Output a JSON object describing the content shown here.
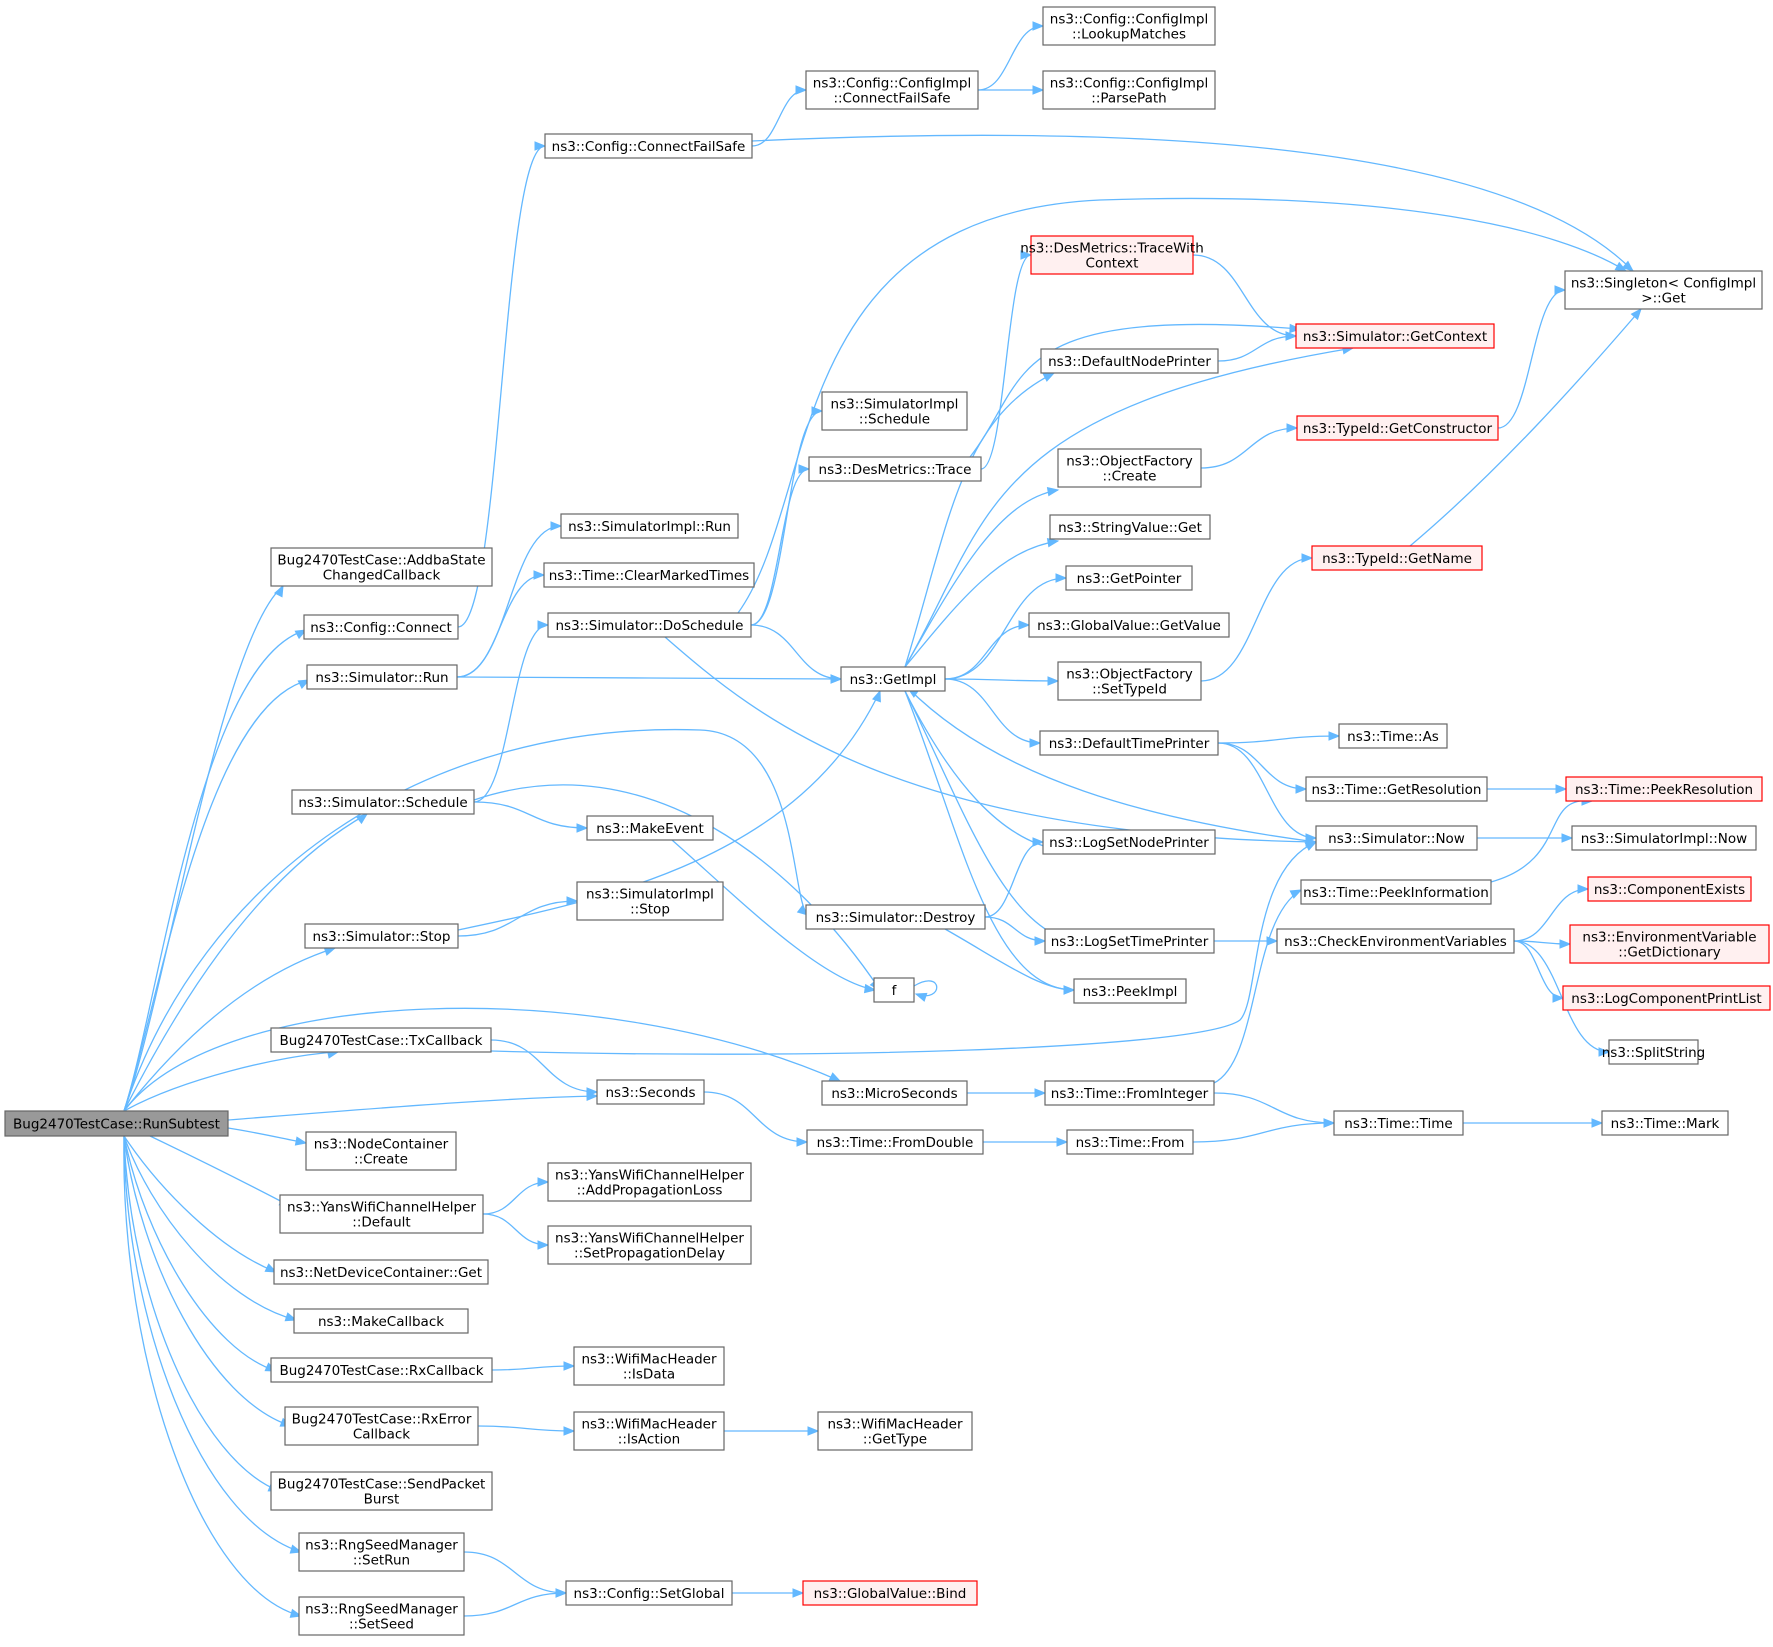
{
  "colors": {
    "root_fill": "#999999",
    "root_stroke": "#666666",
    "normal_fill": "#ffffff",
    "normal_stroke": "#666666",
    "truncated_fill": "#fff0f0",
    "truncated_stroke": "#ff0000",
    "edge": "#63b8ff"
  },
  "nodes": [
    {
      "id": "n0",
      "kind": "root",
      "lines": [
        "Bug2470TestCase::RunSubtest"
      ]
    },
    {
      "id": "n1",
      "kind": "normal",
      "lines": [
        "Bug2470TestCase::AddbaState",
        "ChangedCallback"
      ]
    },
    {
      "id": "n2",
      "kind": "normal",
      "lines": [
        "ns3::Config::Connect"
      ]
    },
    {
      "id": "n3",
      "kind": "normal",
      "lines": [
        "ns3::Config::ConnectFailSafe"
      ]
    },
    {
      "id": "n4",
      "kind": "normal",
      "lines": [
        "ns3::Config::ConfigImpl",
        "::ConnectFailSafe"
      ]
    },
    {
      "id": "n5",
      "kind": "normal",
      "lines": [
        "ns3::Config::ConfigImpl",
        "::LookupMatches"
      ]
    },
    {
      "id": "n6",
      "kind": "normal",
      "lines": [
        "ns3::Config::ConfigImpl",
        "::ParsePath"
      ]
    },
    {
      "id": "n7",
      "kind": "normal",
      "lines": [
        "ns3::Singleton< ConfigImpl",
        " >::Get"
      ]
    },
    {
      "id": "n8",
      "kind": "normal",
      "lines": [
        "ns3::Simulator::Run"
      ]
    },
    {
      "id": "n9",
      "kind": "normal",
      "lines": [
        "ns3::SimulatorImpl::Run"
      ]
    },
    {
      "id": "n10",
      "kind": "normal",
      "lines": [
        "ns3::Time::ClearMarkedTimes"
      ]
    },
    {
      "id": "n11",
      "kind": "normal",
      "lines": [
        "ns3::Simulator::DoSchedule"
      ]
    },
    {
      "id": "n12",
      "kind": "normal",
      "lines": [
        "ns3::SimulatorImpl",
        "::Schedule"
      ]
    },
    {
      "id": "n13",
      "kind": "normal",
      "lines": [
        "ns3::DesMetrics::Trace"
      ]
    },
    {
      "id": "n14",
      "kind": "truncated",
      "lines": [
        "ns3::DesMetrics::TraceWith",
        "Context"
      ]
    },
    {
      "id": "n15",
      "kind": "truncated",
      "lines": [
        "ns3::Simulator::GetContext"
      ]
    },
    {
      "id": "n16",
      "kind": "normal",
      "lines": [
        "ns3::GetImpl"
      ]
    },
    {
      "id": "n17",
      "kind": "normal",
      "lines": [
        "ns3::DefaultNodePrinter"
      ]
    },
    {
      "id": "n18",
      "kind": "normal",
      "lines": [
        "ns3::ObjectFactory",
        "::Create"
      ]
    },
    {
      "id": "n19",
      "kind": "truncated",
      "lines": [
        "ns3::TypeId::GetConstructor"
      ]
    },
    {
      "id": "n20",
      "kind": "normal",
      "lines": [
        "ns3::StringValue::Get"
      ]
    },
    {
      "id": "n21",
      "kind": "normal",
      "lines": [
        "ns3::GetPointer"
      ]
    },
    {
      "id": "n22",
      "kind": "normal",
      "lines": [
        "ns3::GlobalValue::GetValue"
      ]
    },
    {
      "id": "n23",
      "kind": "normal",
      "lines": [
        "ns3::ObjectFactory",
        "::SetTypeId"
      ]
    },
    {
      "id": "n24",
      "kind": "truncated",
      "lines": [
        "ns3::TypeId::GetName"
      ]
    },
    {
      "id": "n25",
      "kind": "normal",
      "lines": [
        "ns3::DefaultTimePrinter"
      ]
    },
    {
      "id": "n26",
      "kind": "normal",
      "lines": [
        "ns3::Time::As"
      ]
    },
    {
      "id": "n27",
      "kind": "normal",
      "lines": [
        "ns3::Time::GetResolution"
      ]
    },
    {
      "id": "n28",
      "kind": "truncated",
      "lines": [
        "ns3::Time::PeekResolution"
      ]
    },
    {
      "id": "n29",
      "kind": "normal",
      "lines": [
        "ns3::Simulator::Now"
      ]
    },
    {
      "id": "n30",
      "kind": "normal",
      "lines": [
        "ns3::SimulatorImpl::Now"
      ]
    },
    {
      "id": "n31",
      "kind": "normal",
      "lines": [
        "ns3::LogSetNodePrinter"
      ]
    },
    {
      "id": "n32",
      "kind": "normal",
      "lines": [
        "ns3::Time::PeekInformation"
      ]
    },
    {
      "id": "n33",
      "kind": "normal",
      "lines": [
        "ns3::LogSetTimePrinter"
      ]
    },
    {
      "id": "n34",
      "kind": "normal",
      "lines": [
        "ns3::CheckEnvironmentVariables"
      ]
    },
    {
      "id": "n35",
      "kind": "truncated",
      "lines": [
        "ns3::ComponentExists"
      ]
    },
    {
      "id": "n36",
      "kind": "truncated",
      "lines": [
        "ns3::EnvironmentVariable",
        "::GetDictionary"
      ]
    },
    {
      "id": "n37",
      "kind": "truncated",
      "lines": [
        "ns3::LogComponentPrintList"
      ]
    },
    {
      "id": "n38",
      "kind": "normal",
      "lines": [
        "ns3::SplitString"
      ]
    },
    {
      "id": "n39",
      "kind": "normal",
      "lines": [
        "ns3::PeekImpl"
      ]
    },
    {
      "id": "n40",
      "kind": "normal",
      "lines": [
        "ns3::Simulator::Schedule"
      ]
    },
    {
      "id": "n41",
      "kind": "normal",
      "lines": [
        "ns3::MakeEvent"
      ]
    },
    {
      "id": "n42",
      "kind": "normal",
      "lines": [
        "ns3::Simulator::Destroy"
      ]
    },
    {
      "id": "n43",
      "kind": "normal",
      "lines": [
        "f"
      ]
    },
    {
      "id": "n44",
      "kind": "normal",
      "lines": [
        "ns3::Simulator::Stop"
      ]
    },
    {
      "id": "n45",
      "kind": "normal",
      "lines": [
        "ns3::SimulatorImpl",
        "::Stop"
      ]
    },
    {
      "id": "n46",
      "kind": "normal",
      "lines": [
        "Bug2470TestCase::TxCallback"
      ]
    },
    {
      "id": "n47",
      "kind": "normal",
      "lines": [
        "ns3::Seconds"
      ]
    },
    {
      "id": "n48",
      "kind": "normal",
      "lines": [
        "ns3::MicroSeconds"
      ]
    },
    {
      "id": "n49",
      "kind": "normal",
      "lines": [
        "ns3::Time::FromInteger"
      ]
    },
    {
      "id": "n50",
      "kind": "normal",
      "lines": [
        "ns3::Time::Time"
      ]
    },
    {
      "id": "n51",
      "kind": "normal",
      "lines": [
        "ns3::Time::Mark"
      ]
    },
    {
      "id": "n52",
      "kind": "normal",
      "lines": [
        "ns3::Time::FromDouble"
      ]
    },
    {
      "id": "n53",
      "kind": "normal",
      "lines": [
        "ns3::Time::From"
      ]
    },
    {
      "id": "n54",
      "kind": "normal",
      "lines": [
        "ns3::NodeContainer",
        "::Create"
      ]
    },
    {
      "id": "n55",
      "kind": "normal",
      "lines": [
        "ns3::YansWifiChannelHelper",
        "::Default"
      ]
    },
    {
      "id": "n56",
      "kind": "normal",
      "lines": [
        "ns3::YansWifiChannelHelper",
        "::AddPropagationLoss"
      ]
    },
    {
      "id": "n57",
      "kind": "normal",
      "lines": [
        "ns3::YansWifiChannelHelper",
        "::SetPropagationDelay"
      ]
    },
    {
      "id": "n58",
      "kind": "normal",
      "lines": [
        "ns3::NetDeviceContainer::Get"
      ]
    },
    {
      "id": "n59",
      "kind": "normal",
      "lines": [
        "ns3::MakeCallback"
      ]
    },
    {
      "id": "n60",
      "kind": "normal",
      "lines": [
        "Bug2470TestCase::RxCallback"
      ]
    },
    {
      "id": "n61",
      "kind": "normal",
      "lines": [
        "ns3::WifiMacHeader",
        "::IsData"
      ]
    },
    {
      "id": "n62",
      "kind": "normal",
      "lines": [
        "Bug2470TestCase::RxError",
        "Callback"
      ]
    },
    {
      "id": "n63",
      "kind": "normal",
      "lines": [
        "ns3::WifiMacHeader",
        "::IsAction"
      ]
    },
    {
      "id": "n64",
      "kind": "normal",
      "lines": [
        "ns3::WifiMacHeader",
        "::GetType"
      ]
    },
    {
      "id": "n65",
      "kind": "normal",
      "lines": [
        "Bug2470TestCase::SendPacket",
        "Burst"
      ]
    },
    {
      "id": "n66",
      "kind": "normal",
      "lines": [
        "ns3::RngSeedManager",
        "::SetRun"
      ]
    },
    {
      "id": "n67",
      "kind": "normal",
      "lines": [
        "ns3::Config::SetGlobal"
      ]
    },
    {
      "id": "n68",
      "kind": "truncated",
      "lines": [
        "ns3::GlobalValue::Bind"
      ]
    },
    {
      "id": "n69",
      "kind": "normal",
      "lines": [
        "ns3::RngSeedManager",
        "::SetSeed"
      ]
    }
  ],
  "edges": [
    [
      "n0",
      "n1"
    ],
    [
      "n0",
      "n2"
    ],
    [
      "n0",
      "n8"
    ],
    [
      "n0",
      "n40"
    ],
    [
      "n0",
      "n42"
    ],
    [
      "n0",
      "n44"
    ],
    [
      "n0",
      "n46"
    ],
    [
      "n0",
      "n47"
    ],
    [
      "n0",
      "n48"
    ],
    [
      "n0",
      "n54"
    ],
    [
      "n0",
      "n55"
    ],
    [
      "n0",
      "n58"
    ],
    [
      "n0",
      "n59"
    ],
    [
      "n0",
      "n60"
    ],
    [
      "n0",
      "n62"
    ],
    [
      "n0",
      "n65"
    ],
    [
      "n0",
      "n66"
    ],
    [
      "n0",
      "n69"
    ],
    [
      "n2",
      "n3"
    ],
    [
      "n3",
      "n4"
    ],
    [
      "n3",
      "n7"
    ],
    [
      "n4",
      "n5"
    ],
    [
      "n4",
      "n6"
    ],
    [
      "n8",
      "n9"
    ],
    [
      "n8",
      "n10"
    ],
    [
      "n8",
      "n16"
    ],
    [
      "n11",
      "n12"
    ],
    [
      "n11",
      "n13"
    ],
    [
      "n11",
      "n16"
    ],
    [
      "n11",
      "n29"
    ],
    [
      "n11",
      "n7"
    ],
    [
      "n13",
      "n14"
    ],
    [
      "n13",
      "n15"
    ],
    [
      "n14",
      "n15"
    ],
    [
      "n17",
      "n15"
    ],
    [
      "n16",
      "n15"
    ],
    [
      "n16",
      "n17"
    ],
    [
      "n16",
      "n18"
    ],
    [
      "n16",
      "n20"
    ],
    [
      "n16",
      "n21"
    ],
    [
      "n16",
      "n22"
    ],
    [
      "n16",
      "n23"
    ],
    [
      "n16",
      "n25"
    ],
    [
      "n16",
      "n31"
    ],
    [
      "n16",
      "n33"
    ],
    [
      "n16",
      "n39"
    ],
    [
      "n18",
      "n19"
    ],
    [
      "n19",
      "n7"
    ],
    [
      "n23",
      "n24"
    ],
    [
      "n24",
      "n7"
    ],
    [
      "n25",
      "n26"
    ],
    [
      "n25",
      "n27"
    ],
    [
      "n25",
      "n29"
    ],
    [
      "n27",
      "n28"
    ],
    [
      "n29",
      "n16"
    ],
    [
      "n29",
      "n30"
    ],
    [
      "n32",
      "n28"
    ],
    [
      "n33",
      "n34"
    ],
    [
      "n34",
      "n35"
    ],
    [
      "n34",
      "n36"
    ],
    [
      "n34",
      "n37"
    ],
    [
      "n34",
      "n38"
    ],
    [
      "n40",
      "n11"
    ],
    [
      "n40",
      "n41"
    ],
    [
      "n40",
      "n43"
    ],
    [
      "n41",
      "n43"
    ],
    [
      "n43",
      "n43"
    ],
    [
      "n42",
      "n31"
    ],
    [
      "n42",
      "n33"
    ],
    [
      "n42",
      "n39"
    ],
    [
      "n44",
      "n16"
    ],
    [
      "n44",
      "n45"
    ],
    [
      "n46",
      "n47"
    ],
    [
      "n46",
      "n29"
    ],
    [
      "n47",
      "n52"
    ],
    [
      "n48",
      "n49"
    ],
    [
      "n49",
      "n32"
    ],
    [
      "n49",
      "n50"
    ],
    [
      "n50",
      "n51"
    ],
    [
      "n52",
      "n53"
    ],
    [
      "n53",
      "n50"
    ],
    [
      "n55",
      "n56"
    ],
    [
      "n55",
      "n57"
    ],
    [
      "n60",
      "n61"
    ],
    [
      "n62",
      "n63"
    ],
    [
      "n63",
      "n64"
    ],
    [
      "n66",
      "n67"
    ],
    [
      "n69",
      "n67"
    ],
    [
      "n67",
      "n68"
    ]
  ]
}
